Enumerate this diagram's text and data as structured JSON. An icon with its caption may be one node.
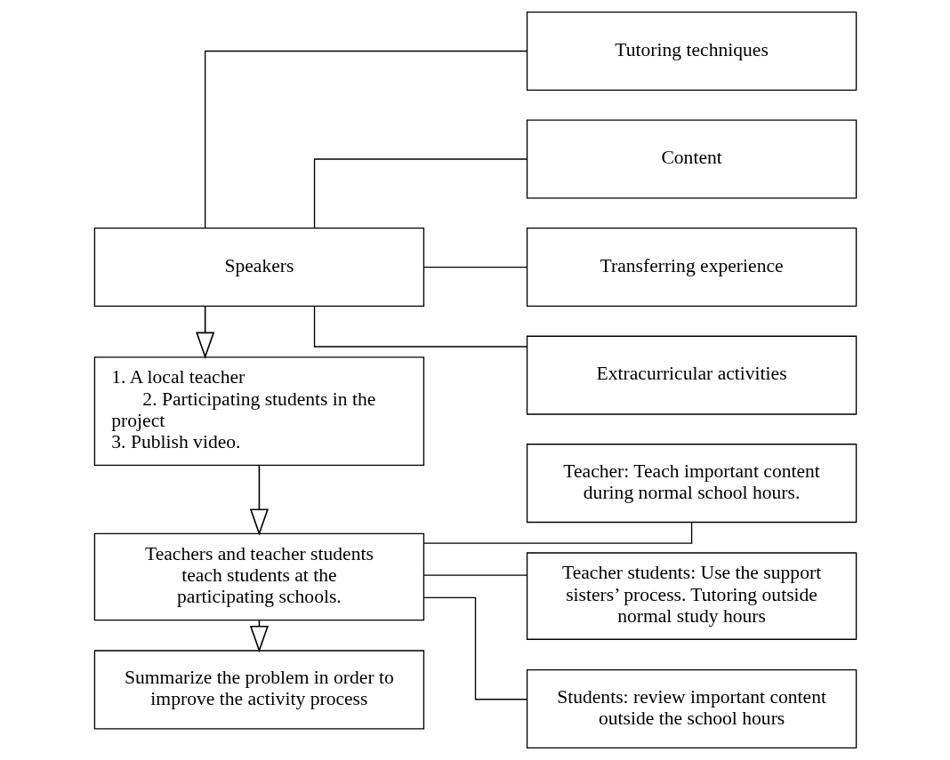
{
  "diagram": {
    "nodes": [
      {
        "text": [
          "Speakers"
        ]
      },
      {
        "text": [
          "1. A local teacher",
          "2. Participating students in the project",
          "3. Publish video."
        ]
      },
      {
        "text": [
          "Teachers and teacher students teach students at the participating schools."
        ]
      },
      {
        "text": [
          "Summarize the problem in order to improve the activity process"
        ]
      },
      {
        "text": [
          "Tutoring techniques"
        ]
      },
      {
        "text": [
          "Content"
        ]
      },
      {
        "text": [
          "Transferring experience"
        ]
      },
      {
        "text": [
          "Extracurricular activities"
        ]
      },
      {
        "text": [
          "Teacher: Teach important content during normal school hours."
        ]
      },
      {
        "text": [
          "Teacher students: Use the support sisters’ process. Tutoring outside normal study hours"
        ]
      },
      {
        "text": [
          "Students: review important content outside the school hours"
        ]
      }
    ],
    "edges": [
      {
        "from": 0,
        "to": 1,
        "arrow": "to"
      },
      {
        "from": 1,
        "to": 2,
        "arrow": "to"
      },
      {
        "from": 2,
        "to": 3,
        "arrow": "to"
      },
      {
        "from": 0,
        "to": 4,
        "arrow": "none"
      },
      {
        "from": 0,
        "to": 5,
        "arrow": "none"
      },
      {
        "from": 0,
        "to": 6,
        "arrow": "none"
      },
      {
        "from": 0,
        "to": 7,
        "arrow": "none"
      },
      {
        "from": 2,
        "to": 8,
        "arrow": "none"
      },
      {
        "from": 2,
        "to": 9,
        "arrow": "none"
      },
      {
        "from": 2,
        "to": 10,
        "arrow": "none"
      }
    ]
  }
}
